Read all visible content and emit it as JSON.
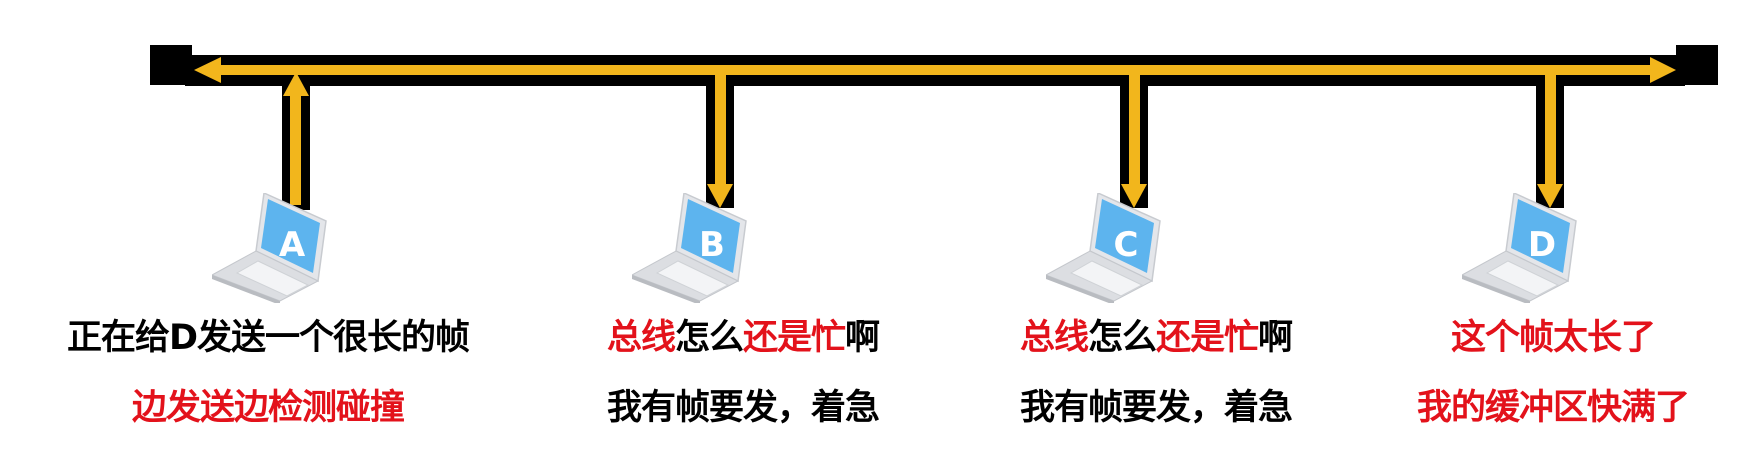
{
  "colors": {
    "bus": "#000000",
    "signal": "#f2b61c",
    "red_text": "#e3121b",
    "screen": "#5db4ee"
  },
  "stations": [
    {
      "label": "A",
      "direction": "up",
      "line1": [
        {
          "text": "正在给D发送一个很长的帧",
          "color": "black"
        }
      ],
      "line2": [
        {
          "text": "边发送边检测碰撞",
          "color": "red"
        }
      ]
    },
    {
      "label": "B",
      "direction": "down",
      "line1": [
        {
          "text": "总线",
          "color": "red"
        },
        {
          "text": "怎么",
          "color": "black"
        },
        {
          "text": "还是忙",
          "color": "red"
        },
        {
          "text": "啊",
          "color": "black"
        }
      ],
      "line2": [
        {
          "text": "我有帧要发，着急",
          "color": "black"
        }
      ]
    },
    {
      "label": "C",
      "direction": "down",
      "line1": [
        {
          "text": "总线",
          "color": "red"
        },
        {
          "text": "怎么",
          "color": "black"
        },
        {
          "text": "还是忙",
          "color": "red"
        },
        {
          "text": "啊",
          "color": "black"
        }
      ],
      "line2": [
        {
          "text": "我有帧要发，着急",
          "color": "black"
        }
      ]
    },
    {
      "label": "D",
      "direction": "down",
      "line1": [
        {
          "text": "这个帧太长了",
          "color": "red"
        }
      ],
      "line2": [
        {
          "text": "我的缓冲区快满了",
          "color": "red"
        }
      ]
    }
  ]
}
